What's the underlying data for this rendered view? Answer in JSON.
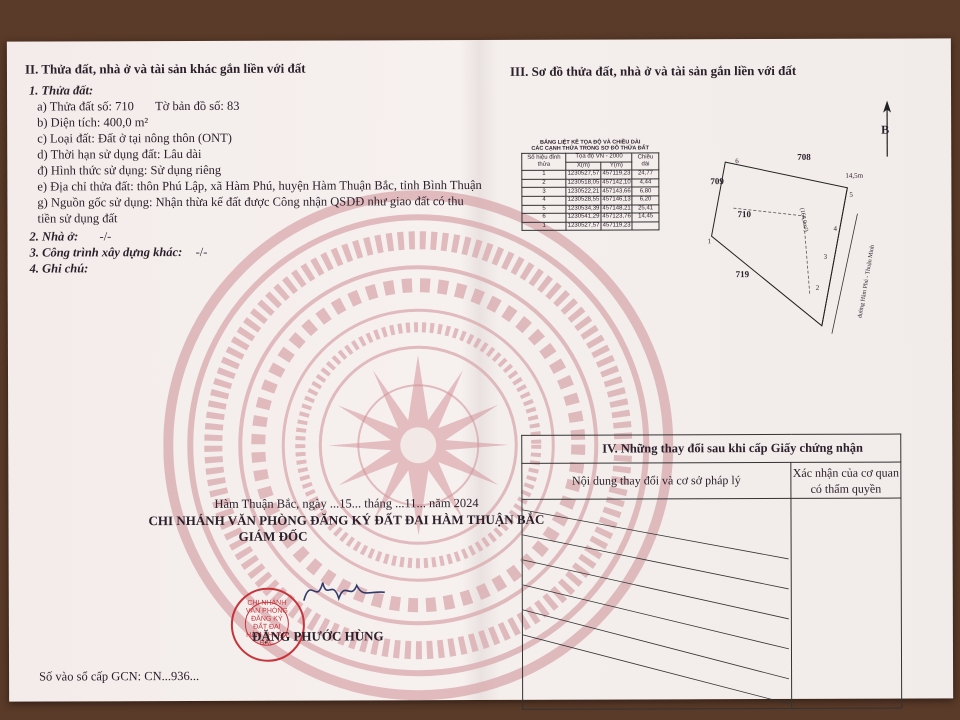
{
  "left": {
    "section2_title": "II. Thửa đất, nhà ở và tài sản khác gắn liền với đất",
    "item1_title": "1. Thửa đất:",
    "parcel_no": "a) Thửa đất số: 710",
    "map_sheet": "Tờ bản đồ số: 83",
    "area": "b) Diện tích: 400,0 m²",
    "land_type": "c) Loại đất: Đất ở tại nông thôn (ONT)",
    "term": "d) Thời hạn sử dụng đất: Lâu dài",
    "usage_form": "đ) Hình thức sử dụng: Sử dụng riêng",
    "address": "e) Địa chỉ thửa đất: thôn Phú Lập, xã Hàm Phú, huyện Hàm Thuận Bắc, tỉnh Bình Thuận",
    "origin_1": "g) Nguồn gốc sử dụng:  Nhận thừa kế đất được Công nhận QSDĐ như giao đất có thu",
    "origin_2": "tiền sử dụng đất",
    "item2_title": "2. Nhà ở:",
    "item2_value": "-/-",
    "item3_title": "3. Công trình xây dựng khác:",
    "item3_value": "-/-",
    "item4_title": "4. Ghi chú:",
    "date_line": "Hàm Thuận Bắc, ngày ...15... tháng ...11... năm 2024",
    "office": "CHI NHÁNH VĂN PHÒNG ĐĂNG KÝ ĐẤT ĐAI HÀM THUẬN BẮC",
    "director": "GIÁM ĐỐC",
    "signer": "ĐẶNG PHƯỚC HÙNG",
    "registry": "Số vào sổ cấp GCN: CN...936...",
    "stamp_text": [
      "CHI NHÁNH",
      "VĂN PHÒNG",
      "ĐĂNG KÝ ĐẤT ĐAI",
      "HÀM THUẬN BẮC"
    ]
  },
  "right": {
    "section3_title": "III. Sơ đồ thửa đất, nhà ở và tài sản gắn liền với đất",
    "table_title_1": "BẢNG LIỆT KÊ TỌA ĐỘ VÀ CHIỀU DÀI",
    "table_title_2": "CÁC CẠNH THỬA TRONG SƠ ĐỒ THỬA ĐẤT",
    "headers": {
      "point": "Số hiệu đỉnh thửa",
      "coord": "Tọa độ VN - 2000",
      "x": "X(m)",
      "y": "Y(m)",
      "length": "Chiều dài"
    },
    "rows": [
      {
        "p": "1",
        "x": "1230527,57",
        "y": "457119,23",
        "len": "24,77"
      },
      {
        "p": "2",
        "x": "1230518,05",
        "y": "457142,10",
        "len": "4,44"
      },
      {
        "p": "3",
        "x": "1230522,21",
        "y": "457143,66",
        "len": "6,80"
      },
      {
        "p": "4",
        "x": "1230528,55",
        "y": "457146,13",
        "len": "6,20"
      },
      {
        "p": "5",
        "x": "1230534,39",
        "y": "457148,21",
        "len": "25,41"
      },
      {
        "p": "6",
        "x": "1230541,29",
        "y": "457123,76",
        "len": "14,45"
      },
      {
        "p": "1",
        "x": "1230527,57",
        "y": "457119,23",
        "len": ""
      }
    ],
    "map": {
      "parcel": "710",
      "n1": "708",
      "n2": "709",
      "n3": "719",
      "dim1": "14,5m",
      "dim2": "(168,0m²)",
      "road": "đường Hàm Phú - Thuận Minh",
      "pts": [
        "1",
        "2",
        "3",
        "4",
        "5",
        "6"
      ],
      "north": "B"
    },
    "section4_title": "IV. Những thay đổi sau khi cấp Giấy chứng nhận",
    "col1": "Nội dung thay đổi và cơ sở pháp lý",
    "col2_1": "Xác nhận của cơ quan",
    "col2_2": "có thẩm quyền"
  }
}
